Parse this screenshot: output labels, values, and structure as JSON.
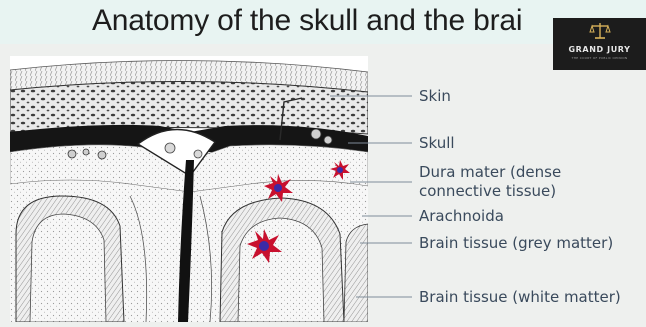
{
  "slide": {
    "title": "Anatomy of the skull and the brai"
  },
  "logo": {
    "name": "GRAND JURY",
    "tagline": "THE COURT OF PUBLIC OPINION"
  },
  "labels": {
    "skin": "Skin",
    "skull": "Skull",
    "dura_line1": "Dura mater (dense",
    "dura_line2": "connective tissue)",
    "arachnoida": "Arachnoida",
    "grey": "Brain tissue (grey matter)",
    "white": "Brain tissue (white matter)"
  },
  "colors": {
    "label_text": "#3a4a5c",
    "leader_line": "#7f8c99",
    "starburst_fill": "#c8102e",
    "starburst_core": "#3b2aa6"
  }
}
